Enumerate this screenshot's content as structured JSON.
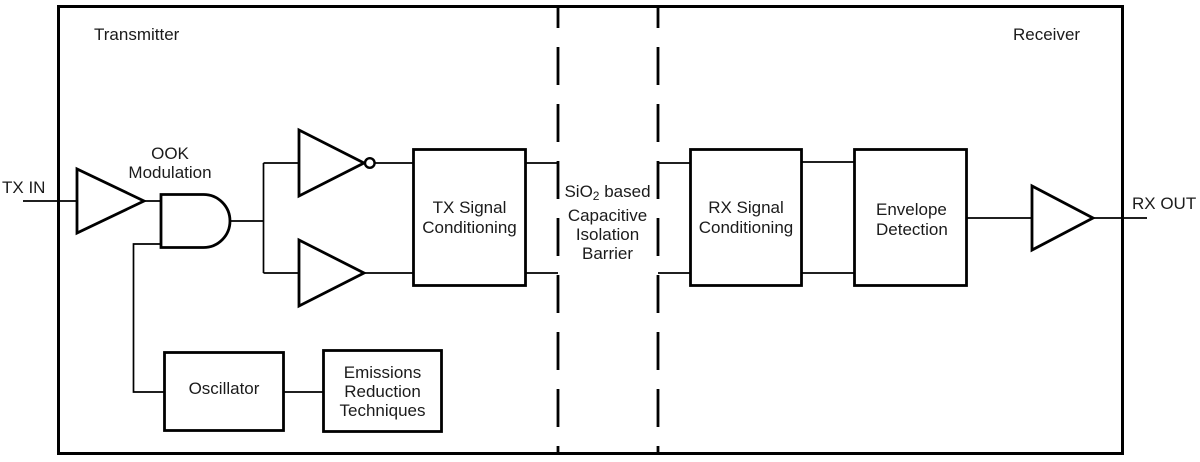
{
  "regions": {
    "transmitter": "Transmitter",
    "receiver": "Receiver"
  },
  "ports": {
    "tx_in": "TX IN",
    "rx_out": "RX OUT"
  },
  "labels": {
    "ook": {
      "line1": "OOK",
      "line2": "Modulation"
    }
  },
  "blocks": {
    "tx_signal": {
      "line1": "TX Signal",
      "line2": "Conditioning"
    },
    "rx_signal": {
      "line1": "RX Signal",
      "line2": "Conditioning"
    },
    "envelope": {
      "line1": "Envelope",
      "line2": "Detection"
    },
    "oscillator": {
      "line1": "Oscillator"
    },
    "emissions": {
      "line1": "Emissions",
      "line2": "Reduction",
      "line3": "Techniques"
    }
  },
  "barrier": {
    "sio_prefix": "SiO",
    "sio_sub": "2",
    "sio_suffix": " based",
    "line2": "Capacitive",
    "line3": "Isolation",
    "line4": "Barrier"
  },
  "colors": {
    "line": "#000000",
    "text": "#1b1b1b",
    "background": "#ffffff"
  }
}
